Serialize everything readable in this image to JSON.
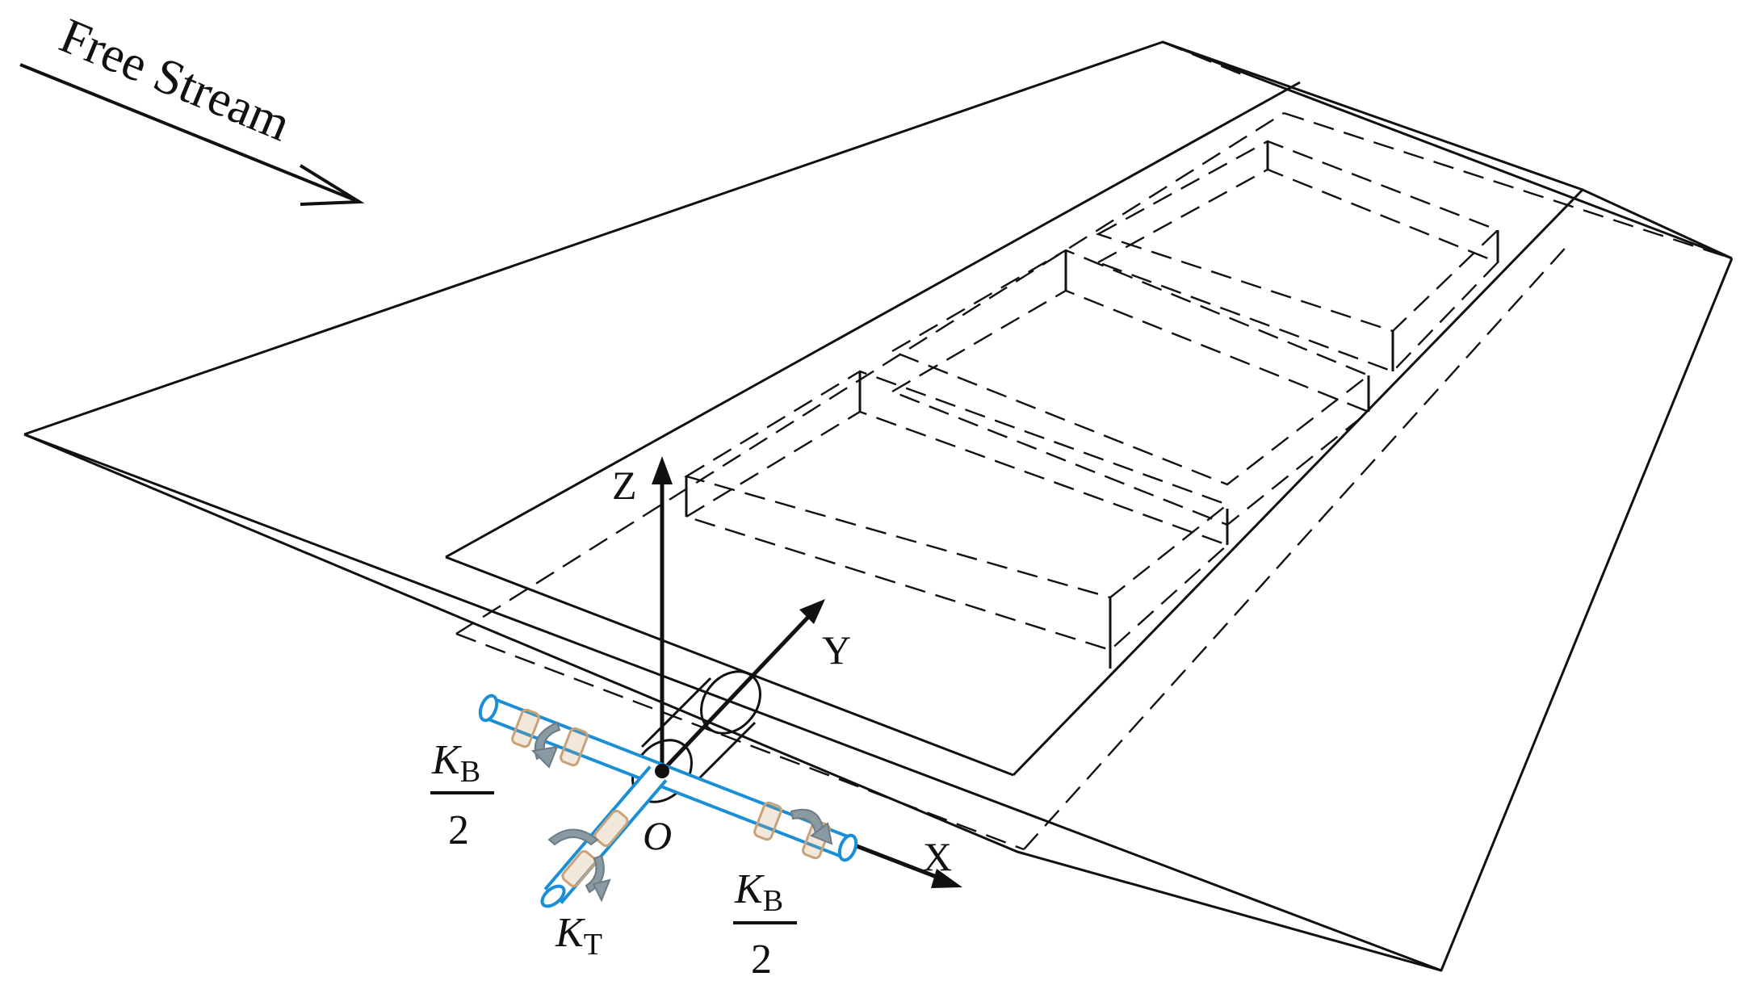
{
  "diagram": {
    "flow_label": "Free Stream",
    "axes": {
      "z": "Z",
      "y": "Y",
      "x": "X",
      "origin": "O"
    },
    "springs": {
      "bending_left": {
        "symbol": "K",
        "subscript": "B",
        "denominator": "2"
      },
      "bending_right": {
        "symbol": "K",
        "subscript": "B",
        "denominator": "2"
      },
      "torsion": {
        "symbol": "K",
        "subscript": "T"
      }
    },
    "colors": {
      "line": "#111111",
      "shaft": "#1a8fd6",
      "bearing": "#c9a27a",
      "rotation_arrow": "#8a9aa3"
    }
  }
}
